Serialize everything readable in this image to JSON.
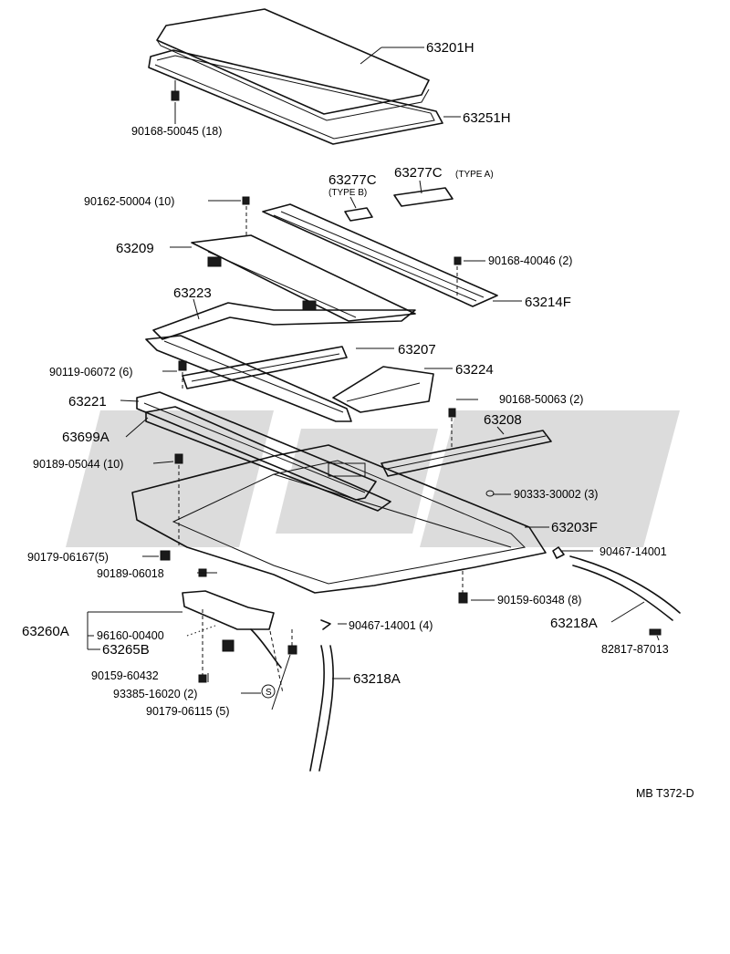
{
  "diagram_code": "MB T372-D",
  "parts": {
    "p63201H": "63201H",
    "p63251H": "63251H",
    "p90168_50045": "90168-50045 (18)",
    "p63277C_b": "63277C",
    "p63277C_b_type": "(TYPE B)",
    "p63277C_a": "63277C",
    "p63277C_a_type": "(TYPE A)",
    "p90162_50004": "90162-50004 (10)",
    "p63209": "63209",
    "p90168_40046": "90168-40046 (2)",
    "p63223": "63223",
    "p63214F": "63214F",
    "p63207": "63207",
    "p90119_06072": "90119-06072 (6)",
    "p63224": "63224",
    "p63221": "63221",
    "p90168_50063": "90168-50063 (2)",
    "p63208": "63208",
    "p63699A": "63699A",
    "p90189_05044": "90189-05044 (10)",
    "p90333_30002": "90333-30002 (3)",
    "p63203F": "63203F",
    "p90179_06167": "90179-06167(5)",
    "p90467_14001_r": "90467-14001",
    "p90189_06018": "90189-06018",
    "p90159_60348": "90159-60348 (8)",
    "p63260A": "63260A",
    "p96160_00400": "96160-00400",
    "p63265B": "63265B",
    "p90467_14001_b": "90467-14001 (4)",
    "p63218A_r": "63218A",
    "p82817_87013": "82817-87013",
    "p90159_60432": "90159-60432",
    "p93385_16020": "93385-16020 (2)",
    "p90179_06115": "90179-06115 (5)",
    "p63218A_b": "63218A",
    "s_symbol": "S"
  }
}
